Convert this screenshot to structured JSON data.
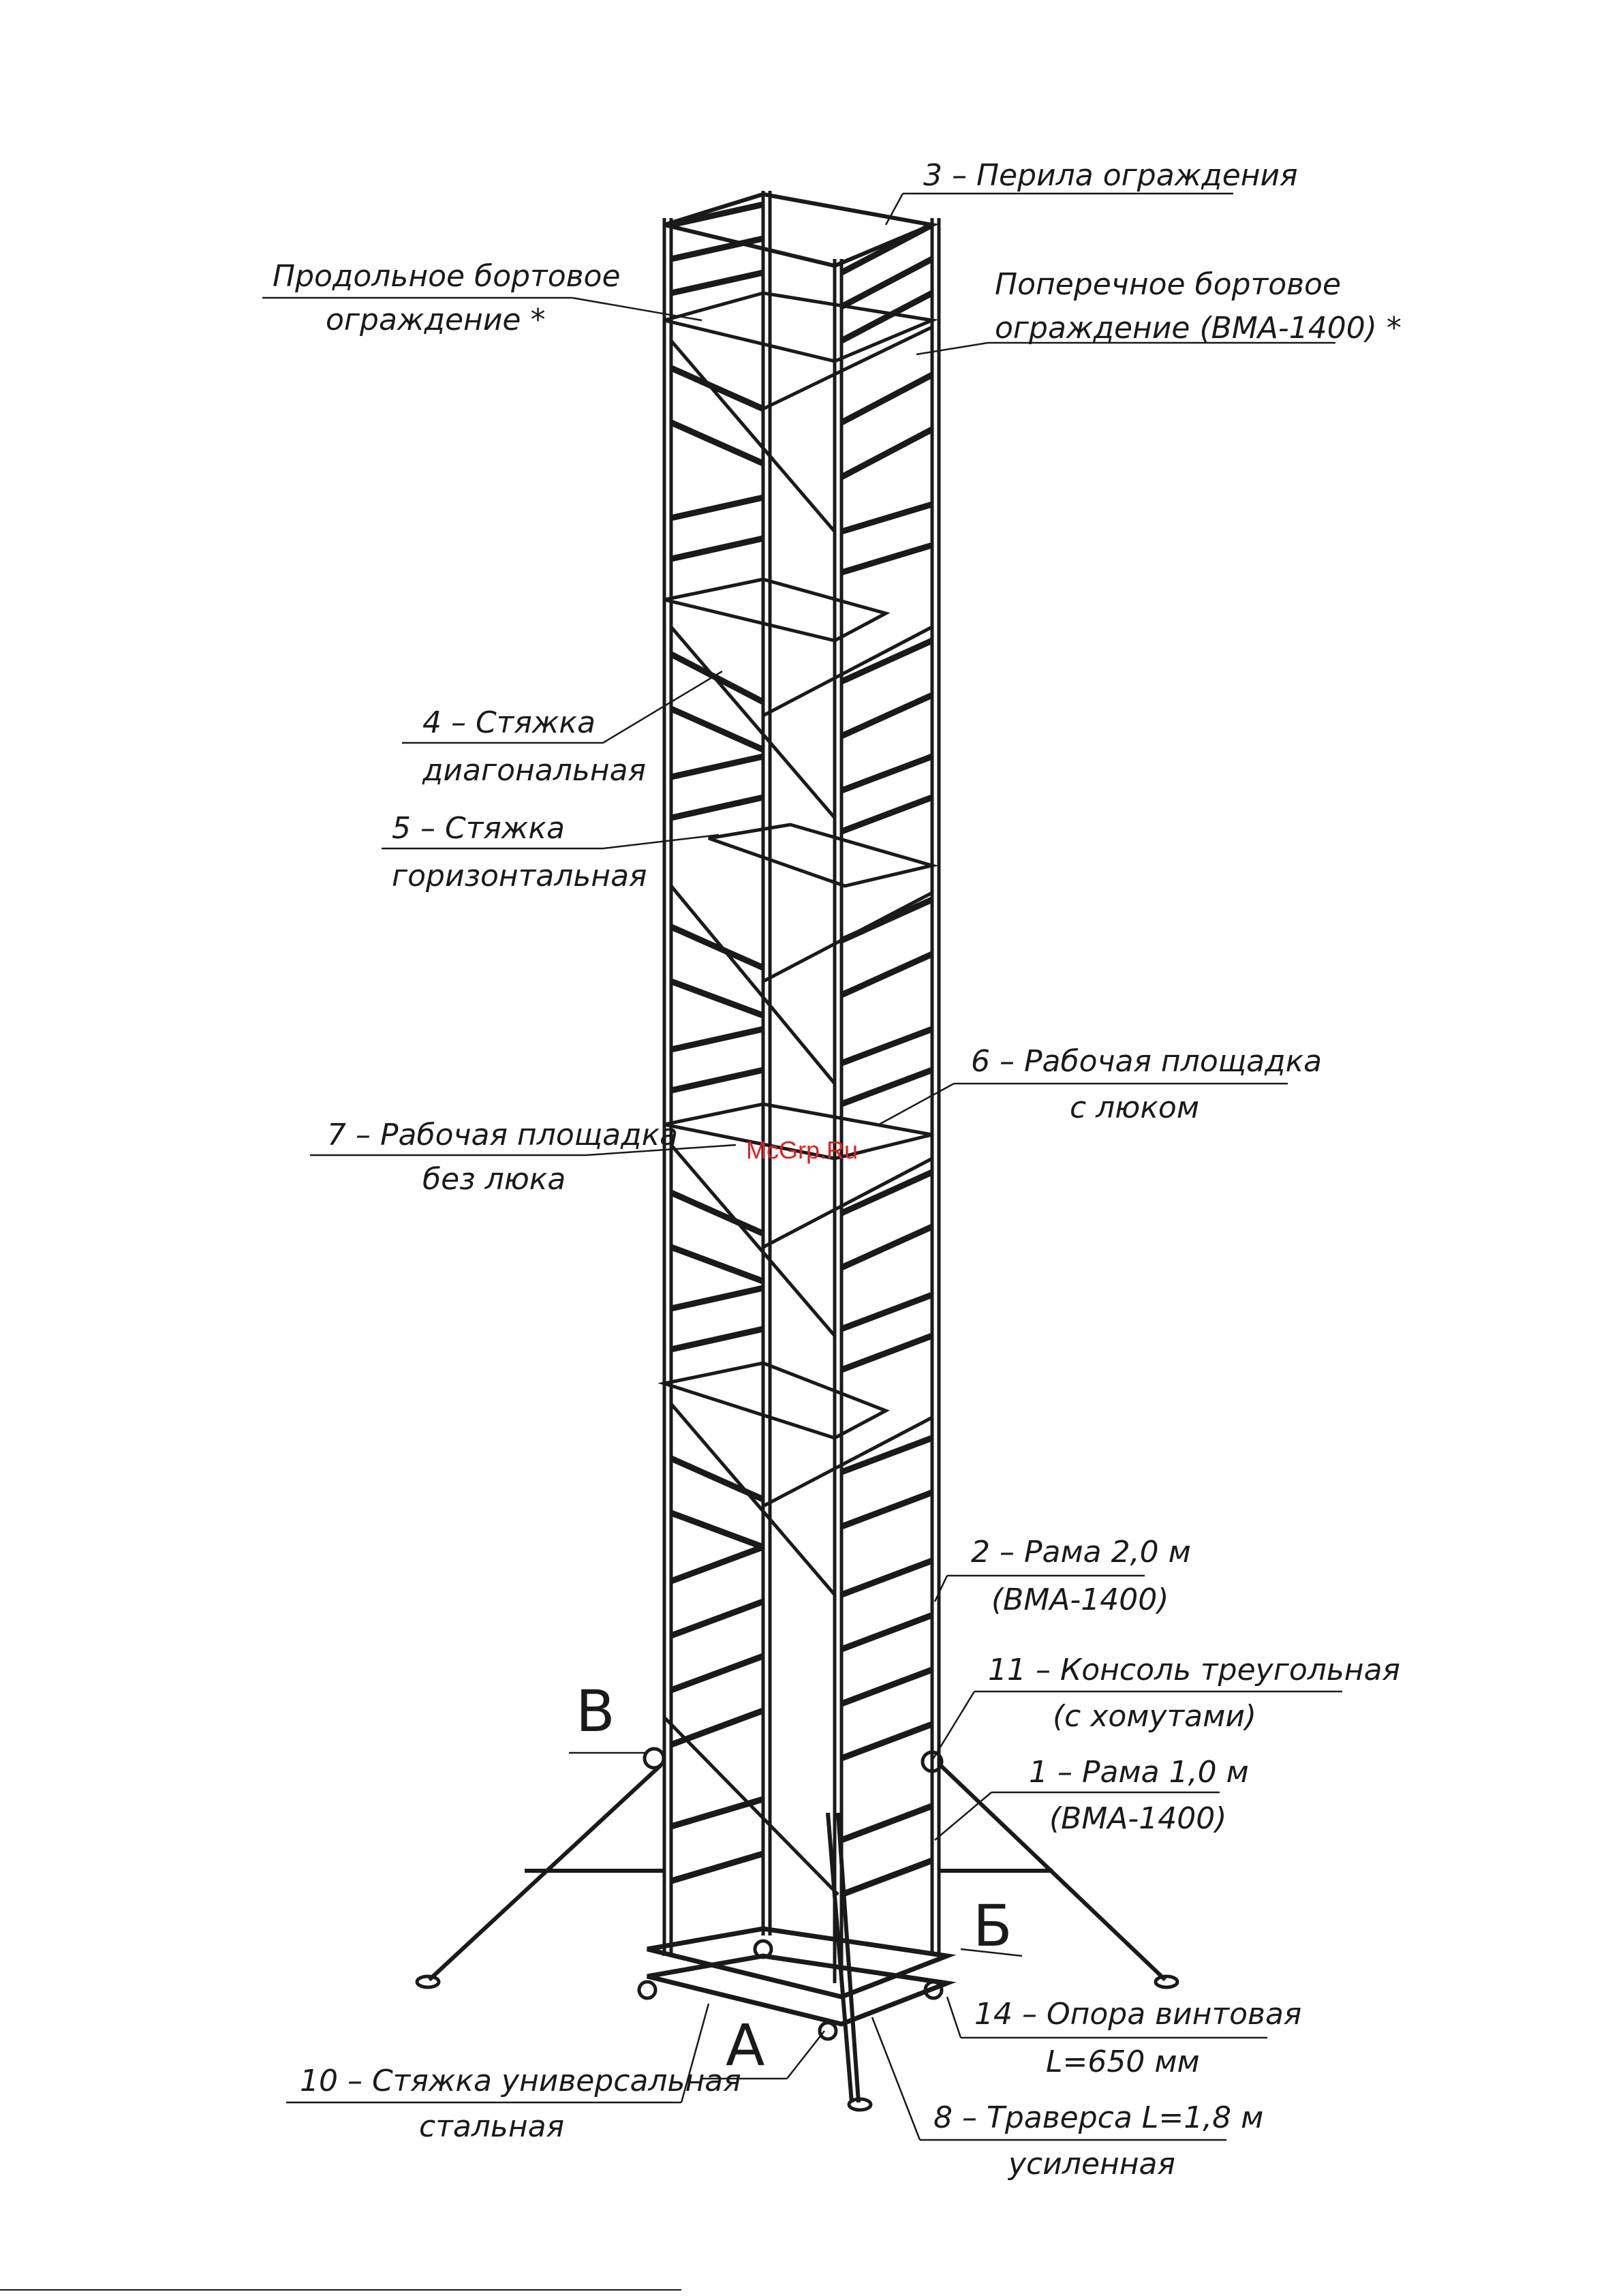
{
  "watermark": "McGrp.Ru",
  "labels": {
    "railing": "3 – Перила ограждения",
    "long_board_1": "Продольное бортовое",
    "long_board_2": "ограждение *",
    "cross_board_1": "Поперечное бортовое",
    "cross_board_2": "ограждение (BMA-1400) *",
    "diag_tie_1": "4 – Стяжка",
    "diag_tie_2": "диагональная",
    "horiz_tie_1": "5 – Стяжка",
    "horiz_tie_2": "горизонтальная",
    "hatch_platform_1": "6 – Рабочая площадка",
    "hatch_platform_2": "с люком",
    "plain_platform_1": "7 – Рабочая площадка",
    "plain_platform_2": "без люка",
    "frame2_1": "2 – Рама 2,0 м",
    "frame2_2": "(BMA-1400)",
    "console_1": "11 – Консоль треугольная",
    "console_2": "(с хомутами)",
    "frame1_1": "1 – Рама 1,0 м",
    "frame1_2": "(BMA-1400)",
    "screw_1": "14 – Опора винтовая",
    "screw_2": "L=650 мм",
    "univ_tie_1": "10 – Стяжка универсальная",
    "univ_tie_2": "стальная",
    "traverse_1": "8 – Траверса L=1,8 м",
    "traverse_2": "усиленная"
  },
  "detail_marks": {
    "a": "А",
    "b": "Б",
    "v": "В"
  }
}
